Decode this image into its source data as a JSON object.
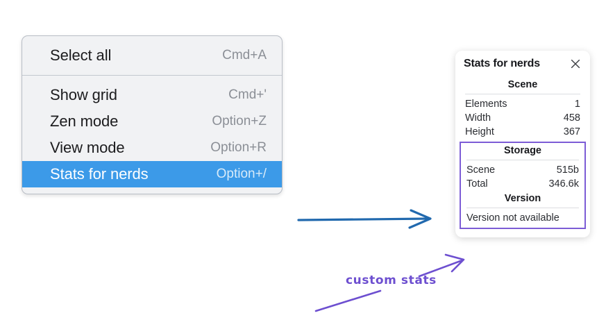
{
  "context_menu": {
    "name": "canvas-context-menu",
    "groups": [
      {
        "items": [
          {
            "label": "Select all",
            "shortcut": "Cmd+A",
            "selected": false
          }
        ]
      },
      {
        "items": [
          {
            "label": "Show grid",
            "shortcut": "Cmd+'",
            "selected": false
          },
          {
            "label": "Zen mode",
            "shortcut": "Option+Z",
            "selected": false
          },
          {
            "label": "View mode",
            "shortcut": "Option+R",
            "selected": false
          },
          {
            "label": "Stats for nerds",
            "shortcut": "Option+/",
            "selected": true
          }
        ]
      }
    ],
    "highlight_color": "#3c9ae8",
    "background_color": "#f1f2f4"
  },
  "stats_panel": {
    "title": "Stats for nerds",
    "close_icon": "close-icon",
    "scene": {
      "heading": "Scene",
      "rows": [
        {
          "key": "Elements",
          "value": "1"
        },
        {
          "key": "Width",
          "value": "458"
        },
        {
          "key": "Height",
          "value": "367"
        }
      ]
    },
    "storage": {
      "heading": "Storage",
      "rows": [
        {
          "key": "Scene",
          "value": "515b"
        },
        {
          "key": "Total",
          "value": "346.6k"
        }
      ]
    },
    "version": {
      "heading": "Version",
      "text": "Version not available"
    },
    "custom_outline_color": "#7c5cd6"
  },
  "annotations": {
    "handwritten_note": "custom stats",
    "note_color": "#6d4fd0",
    "blue_arrow_color": "#2169ae",
    "purple_arrow_color": "#6d4fd0"
  }
}
